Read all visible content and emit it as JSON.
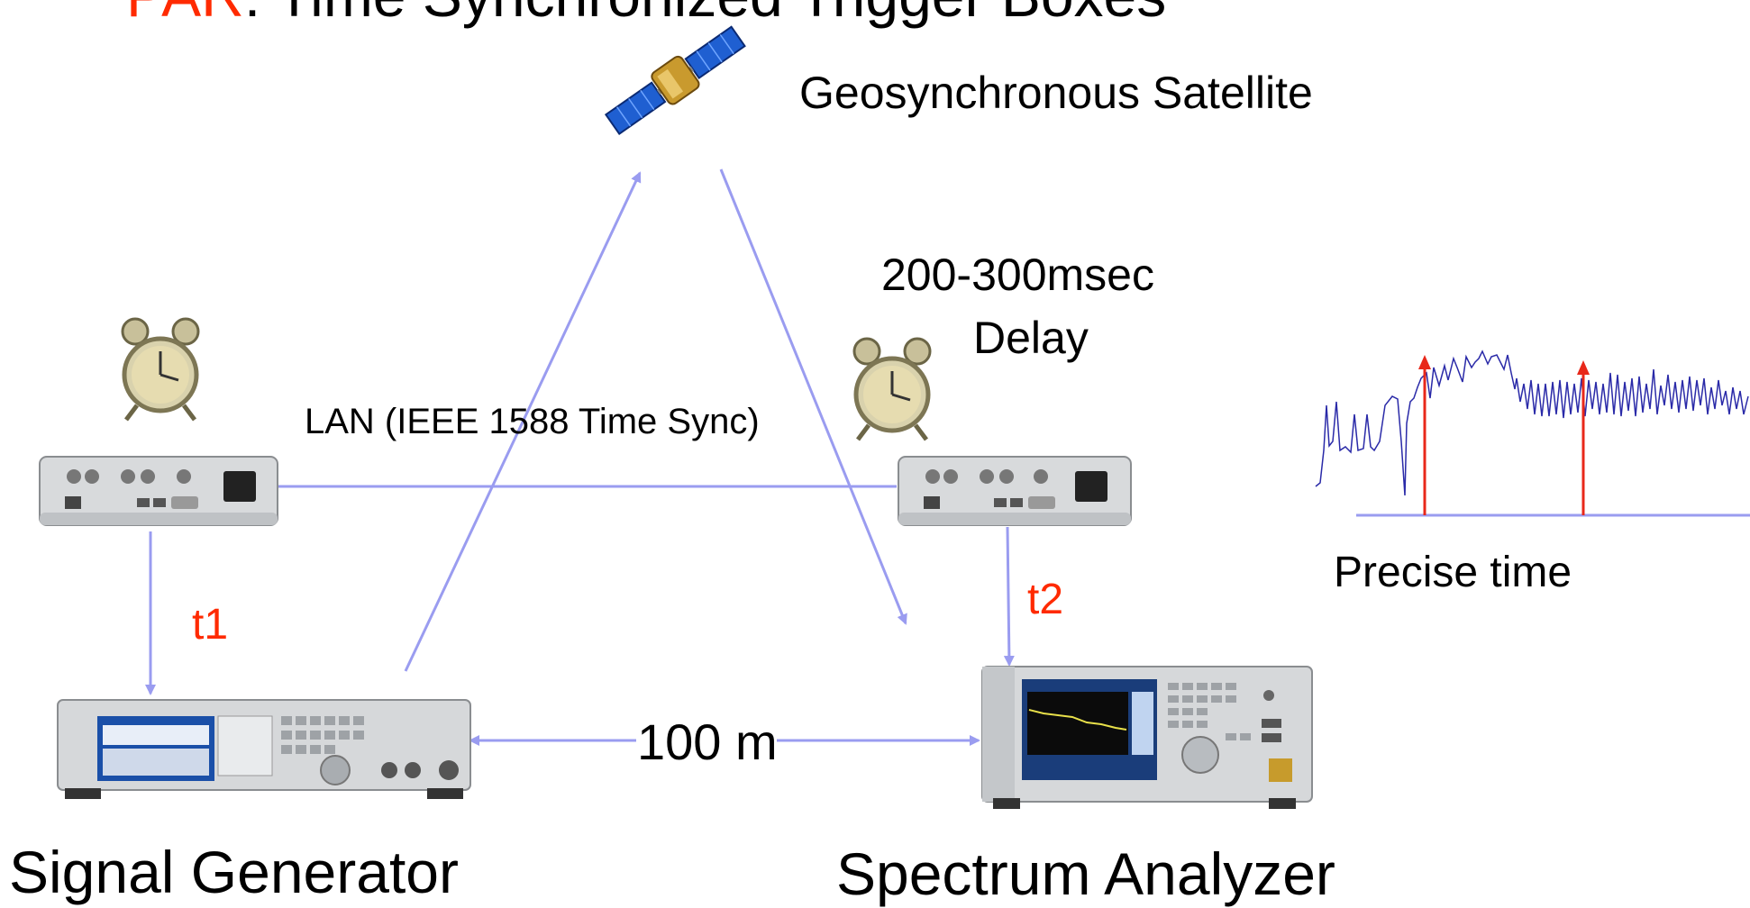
{
  "title": {
    "prefix": "PAR",
    "rest": ": Time Synchronized Trigger Boxes"
  },
  "labels": {
    "satellite": "Geosynchronous Satellite",
    "delay_line1": "200-300msec",
    "delay_line2": "Delay",
    "lan": "LAN (IEEE 1588 Time Sync)",
    "t1": "t1",
    "t2": "t2",
    "distance": "100 m",
    "precise_time": "Precise time",
    "signal_generator": "Signal Generator",
    "spectrum_analyzer": "Spectrum Analyzer"
  },
  "colors": {
    "accent_red": "#ff2a00",
    "link_blue": "#9a9cf0",
    "trace_blue": "#2a2aa8",
    "marker_red": "#e8281a"
  },
  "icons": {
    "satellite": "satellite-icon",
    "clock": "alarm-clock-icon",
    "trigger_box": "trigger-box-icon",
    "signal_generator": "signal-generator-icon",
    "spectrum_analyzer": "spectrum-analyzer-icon"
  }
}
